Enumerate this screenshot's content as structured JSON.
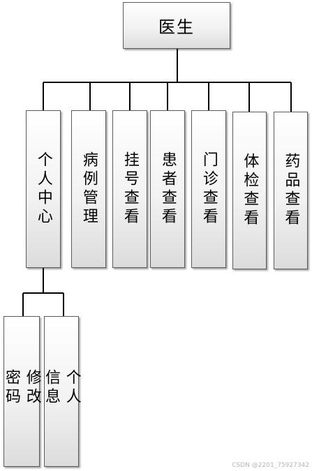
{
  "root": {
    "label": "医生"
  },
  "modules": [
    {
      "id": "personal-center",
      "label": "个人中心"
    },
    {
      "id": "case-management",
      "label": "病例管理"
    },
    {
      "id": "registration-view",
      "label": "挂号查看"
    },
    {
      "id": "patient-view",
      "label": "患者查看"
    },
    {
      "id": "outpatient-view",
      "label": "门诊查看"
    },
    {
      "id": "physical-exam-view",
      "label": "体检查看"
    },
    {
      "id": "medicine-view",
      "label": "药品查看"
    }
  ],
  "personal_center_children": [
    {
      "id": "change-password",
      "label": "修改密码"
    },
    {
      "id": "personal-info",
      "label": "个人信息"
    }
  ],
  "watermark": "CSDN @2201_75927342"
}
